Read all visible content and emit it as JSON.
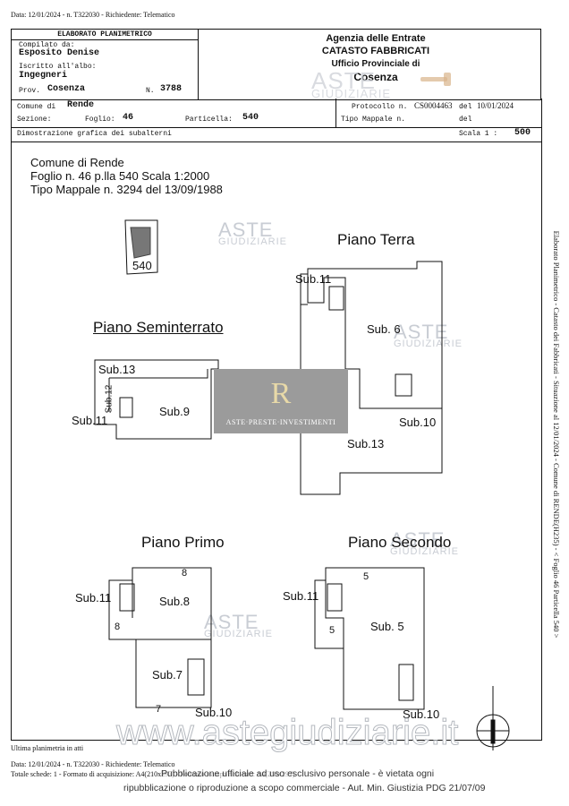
{
  "header_line": "Data: 12/01/2024 - n. T322030 - Richiedente: Telematico",
  "left_box": {
    "title": "ELABORATO PLANIMETRICO",
    "compilato_label": "Compilato da:",
    "compilato_value": "Esposito Denise",
    "iscritto_label": "Iscritto all'albo:",
    "iscritto_value": "Ingegneri",
    "prov_label": "Prov.",
    "prov_value": "Cosenza",
    "n_label": "N.",
    "n_value": "3788"
  },
  "agency": {
    "line1": "Agenzia delle Entrate",
    "line2": "CATASTO FABBRICATI",
    "line3": "Ufficio Provinciale di",
    "line4": "Cosenza"
  },
  "info_row": {
    "comune_label": "Comune di",
    "comune_value": "Rende",
    "sezione_label": "Sezione:",
    "foglio_label": "Foglio:",
    "foglio_value": "46",
    "particella_label": "Particella:",
    "particella_value": "540",
    "protocollo_label": "Protocollo n.",
    "protocollo_value": "CS0004463",
    "del_label": "del",
    "del_value": "10/01/2024",
    "tipo_label": "Tipo Mappale n.",
    "tipo_del_label": "del"
  },
  "demo_row": {
    "label": "Dimostrazione grafica dei subalterni",
    "scala_label": "Scala 1 :",
    "scala_value": "500"
  },
  "drawing_header": {
    "line1": "Comune di Rende",
    "line2": "Foglio n. 46 p.lla 540 Scala 1:2000",
    "line3": "Tipo Mappale n. 3294 del 13/09/1988"
  },
  "parcel_label": "540",
  "floors": {
    "terra": "Piano Terra",
    "seminterrato": "Piano Seminterrato",
    "primo": "Piano Primo",
    "secondo": "Piano Secondo"
  },
  "labels": {
    "terra_sub11": "Sub.11",
    "terra_sub6": "Sub. 6",
    "terra_sub10": "Sub.10",
    "terra_sub13": "Sub.13",
    "semi_sub13": "Sub.13",
    "semi_sub12": "Sub.12",
    "semi_sub11": "Sub.11",
    "semi_sub9": "Sub.9",
    "primo_8top": "8",
    "primo_sub11": "Sub.11",
    "primo_sub8": "Sub.8",
    "primo_8left": "8",
    "primo_sub7": "Sub.7",
    "primo_7": "7",
    "primo_sub10": "Sub.10",
    "sec_5top": "5",
    "sec_sub11": "Sub.11",
    "sec_5left": "5",
    "sec_sub5": "Sub. 5",
    "sec_sub10": "Sub.10"
  },
  "watermarks": {
    "aste": "ASTE",
    "giudiziarie": "GIUDIZIARIE",
    "seal_text": "ASTE·PRESTE·INVESTIMENTI",
    "site": "www.astegiudiziarie.it"
  },
  "vertical_text": "Elaborato Planimetrico - Catasto dei Fabbricati - Situazione al 12/01/2024 - Comune di RENDE(H235) - < Foglio 46 Particella 540 >",
  "footer": {
    "ultima": "Ultima planimetria in atti",
    "data_line": "Data: 12/01/2024 - n. T322030 - Richiedente: Telematico",
    "totale_line": "Totale schede: 1 - Formato di acquisizione: A4(210x297) - Formato stampa richiesto: A4(210x297)",
    "pubblicazione": "Pubblicazione ufficiale ad uso esclusivo personale - è vietata ogni",
    "ripubblicazione": "ripubblicazione o riproduzione a scopo commerciale - Aut. Min. Giustizia PDG 21/07/09"
  }
}
